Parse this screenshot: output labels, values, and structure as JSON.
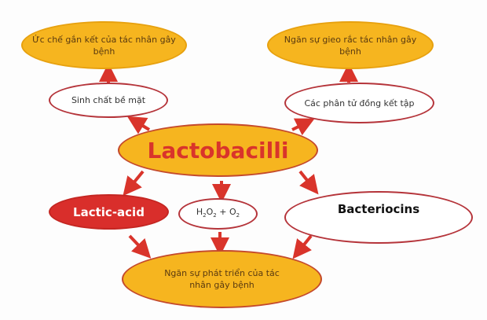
{
  "diagram": {
    "center": {
      "label": "Lactobacilli"
    },
    "top_left_outcome": {
      "label": "Ức chế gắn kết của tác nhân gây bệnh"
    },
    "top_right_outcome": {
      "label": "Ngăn sự gieo rắc tác nhân gây bệnh"
    },
    "surfactant": {
      "label": "Sinh chất bề mặt"
    },
    "coaggregation": {
      "label": "Các phân tử đồng kết tập"
    },
    "lactic_acid": {
      "label": "Lactic-acid"
    },
    "peroxide": {
      "label_h": "H",
      "sub1": "2",
      "label_o": "O",
      "sub2": "2",
      "plus": " + O",
      "sub3": "2"
    },
    "bacteriocins": {
      "label": "Bacteriocins"
    },
    "bottom_outcome": {
      "label": "Ngăn sự phát triển của tác nhân gây bệnh"
    },
    "colors": {
      "yellow": "#f6b51f",
      "red": "#d92e2b",
      "outline": "#b5343a",
      "arrow": "#d9342b"
    }
  }
}
